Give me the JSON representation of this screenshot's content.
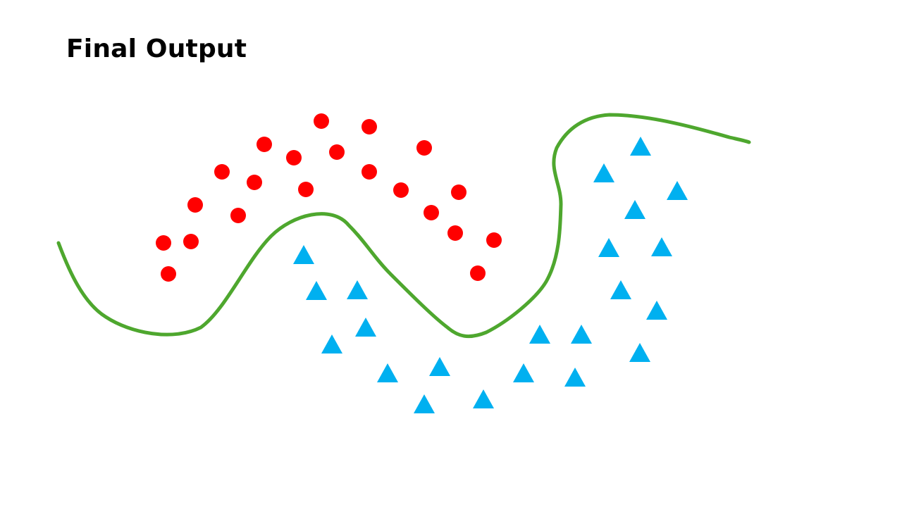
{
  "slide": {
    "title": "Final Output"
  },
  "colors": {
    "circle_class": "#ff0000",
    "triangle_class": "#00b0f0",
    "decision_boundary": "#4ea72e",
    "background": "#ffffff"
  },
  "icons": {
    "circle_class": "filled-circle",
    "triangle_class": "filled-triangle",
    "decision_boundary": "curved-line"
  }
}
